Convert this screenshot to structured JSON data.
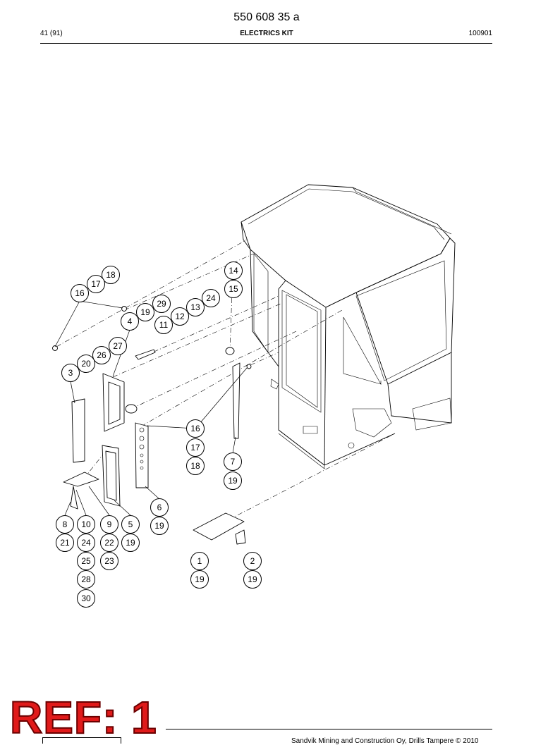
{
  "header": {
    "document_number": "550 608 35 a",
    "page_ref": "41 (91)",
    "title": "ELECTRICS KIT",
    "date_code": "100901"
  },
  "diagram": {
    "callouts": [
      {
        "label": "18"
      },
      {
        "label": "17"
      },
      {
        "label": "16"
      },
      {
        "label": "14"
      },
      {
        "label": "15"
      },
      {
        "label": "29"
      },
      {
        "label": "19"
      },
      {
        "label": "24"
      },
      {
        "label": "13"
      },
      {
        "label": "12"
      },
      {
        "label": "4"
      },
      {
        "label": "11"
      },
      {
        "label": "27"
      },
      {
        "label": "26"
      },
      {
        "label": "20"
      },
      {
        "label": "3"
      },
      {
        "label": "16"
      },
      {
        "label": "17"
      },
      {
        "label": "18"
      },
      {
        "label": "7"
      },
      {
        "label": "19"
      },
      {
        "label": "6"
      },
      {
        "label": "19"
      },
      {
        "label": "8"
      },
      {
        "label": "10"
      },
      {
        "label": "9"
      },
      {
        "label": "5"
      },
      {
        "label": "21"
      },
      {
        "label": "24"
      },
      {
        "label": "22"
      },
      {
        "label": "19"
      },
      {
        "label": "25"
      },
      {
        "label": "23"
      },
      {
        "label": "28"
      },
      {
        "label": "30"
      },
      {
        "label": "1"
      },
      {
        "label": "2"
      },
      {
        "label": "19"
      },
      {
        "label": "19"
      }
    ]
  },
  "footer": {
    "ref_stamp": "REF: 1",
    "copyright": "Sandvik Mining and Construction Oy, Drills Tampere © 2010"
  }
}
